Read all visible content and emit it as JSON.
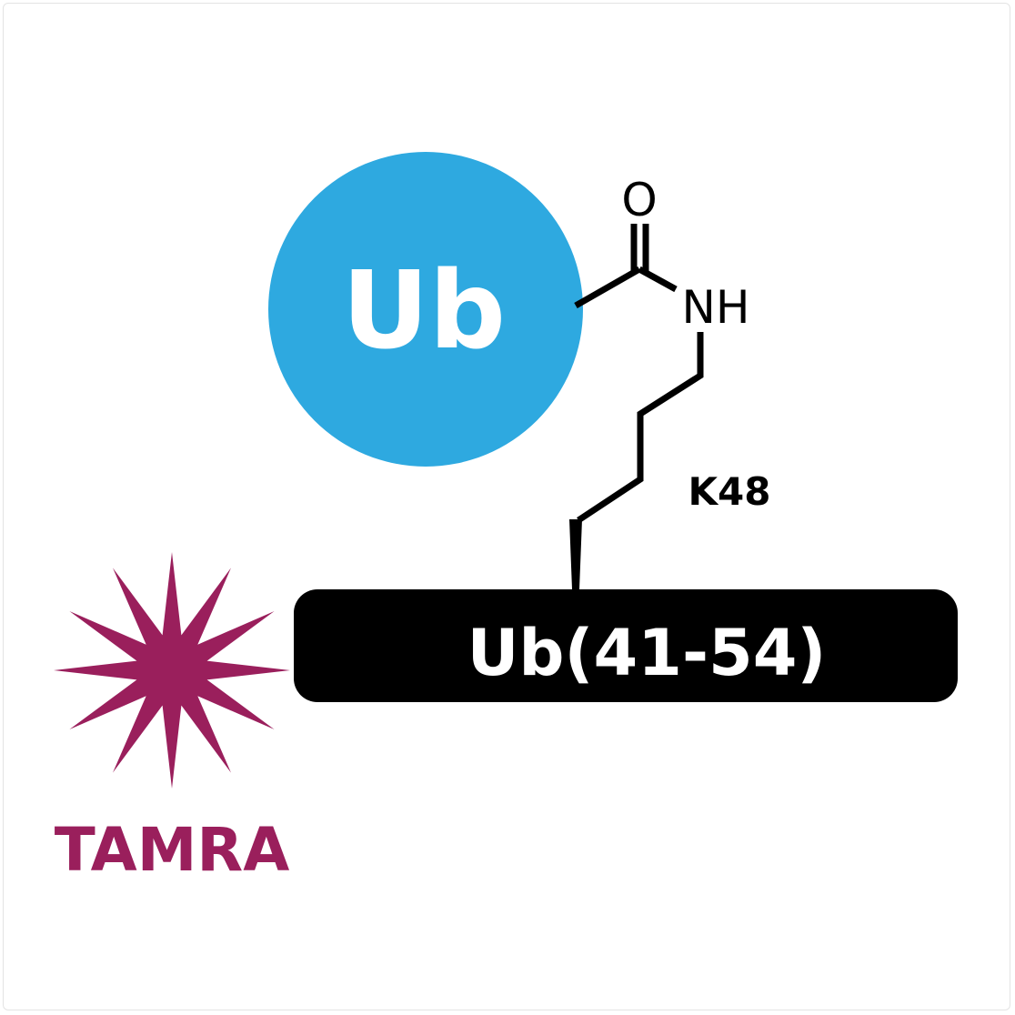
{
  "ubiquitin": {
    "label": "Ub",
    "color": "#2ea9e0"
  },
  "molecule": {
    "oxygen": "O",
    "nh": "NH",
    "lysine_label": "K48"
  },
  "peptide": {
    "label": "Ub(41-54)",
    "color": "#000000"
  },
  "dye": {
    "label": "TAMRA",
    "color": "#9a1f5c",
    "icon": "starburst-icon"
  }
}
